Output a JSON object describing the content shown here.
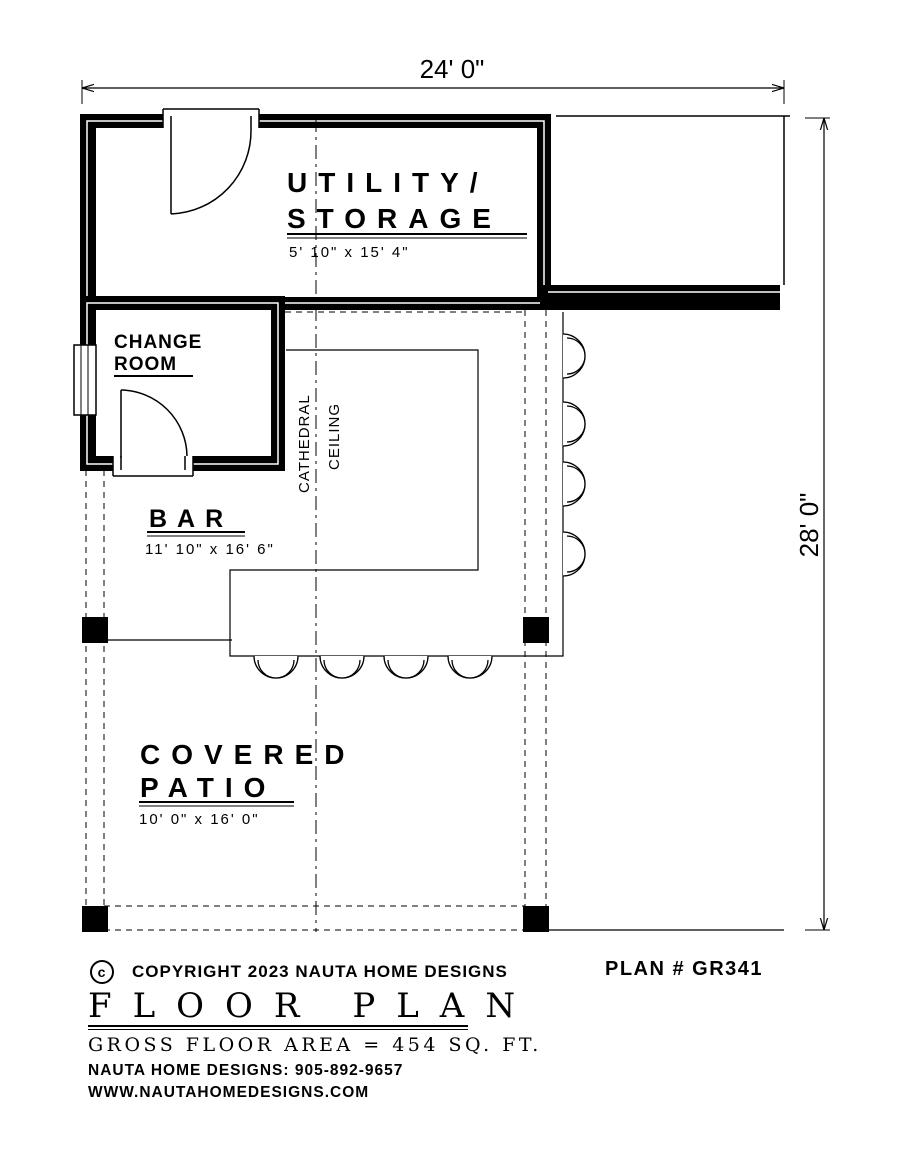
{
  "dimensions": {
    "width_label": "24' 0\"",
    "depth_label": "28' 0\""
  },
  "rooms": {
    "utility": {
      "line1": "UTILITY/",
      "line2": "STORAGE",
      "size": "5' 10\" x 15' 4\""
    },
    "change": {
      "line1": "CHANGE",
      "line2": "ROOM"
    },
    "bar": {
      "name": "BAR",
      "size": "11' 10\" x 16' 6\""
    },
    "patio": {
      "line1": "COVERED",
      "line2": "PATIO",
      "size": "10' 0\" x 16' 0\""
    },
    "ceiling": {
      "line1": "CATHEDRAL",
      "line2": "CEILING"
    }
  },
  "footer": {
    "copyright_symbol": "c",
    "copyright": "COPYRIGHT 2023 NAUTA HOME DESIGNS",
    "plan_number": "PLAN # GR341",
    "title": "FLOOR PLAN",
    "gross_area": "GROSS FLOOR AREA = 454 SQ. FT.",
    "phone": "NAUTA HOME DESIGNS:  905-892-9657",
    "website": "WWW.NAUTAHOMEDESIGNS.COM"
  }
}
